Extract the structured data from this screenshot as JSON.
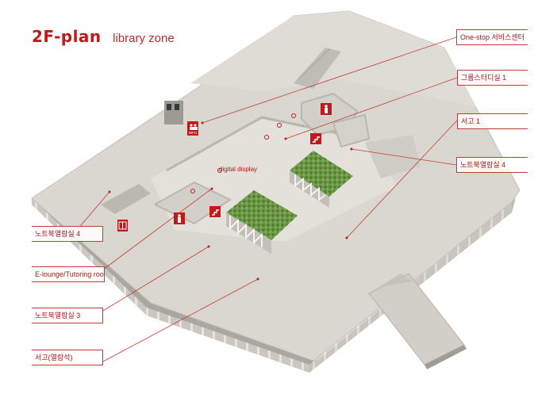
{
  "title": {
    "main": "2F-plan",
    "sub": "library zone"
  },
  "labels": {
    "onestop": "One-stop 서비스센터",
    "group_study": "그룹스터디실 1",
    "stacks1": "서고 1",
    "notebook4_right": "노트북열람실 4",
    "notebook4_left": "노트북열람실 4",
    "elounge": "E-lounge/Tutoring room",
    "notebook3": "노트북열람실 3",
    "stacks_reading": "서고(열람석)",
    "digital_display": "digital display"
  },
  "icons": {
    "info": "INFO",
    "restroom_icon": "restroom-icon",
    "stairs_icon": "stairs-icon",
    "info_icon": "info-desk-icon",
    "elevator_icon": "elevator-icon"
  },
  "colors": {
    "accent": "#c21a1a",
    "building": "#d6d4cc",
    "plants": "#5f8f3c",
    "line": "#c23a3a"
  }
}
